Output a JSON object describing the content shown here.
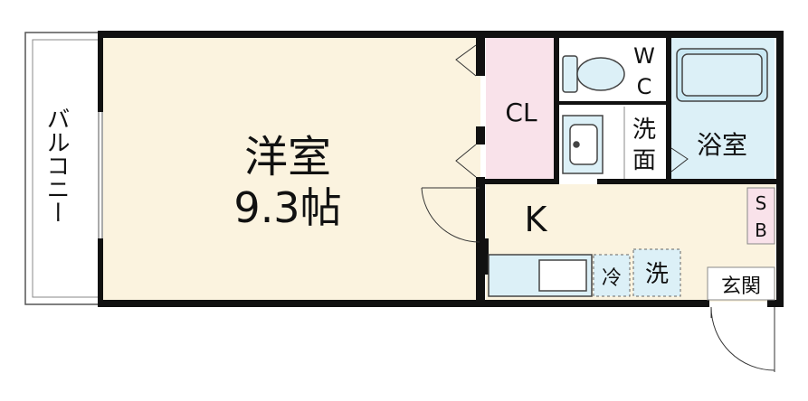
{
  "rooms": {
    "western": {
      "name": "洋室",
      "size": "9.3帖"
    },
    "closet": {
      "name": "CL"
    },
    "toilet": {
      "line1": "W",
      "line2": "C"
    },
    "washroom": {
      "line1": "洗",
      "line2": "面"
    },
    "bathroom": {
      "name": "浴室"
    },
    "kitchen": {
      "name": "K"
    },
    "shoe_box": {
      "line1": "S",
      "line2": "B"
    },
    "refrigerator": {
      "name": "冷"
    },
    "washing_machine": {
      "name": "洗"
    },
    "entrance": {
      "name": "玄関"
    },
    "balcony": {
      "name": "バルコニー"
    }
  },
  "colors": {
    "western_floor": "#fbf3df",
    "kitchen_floor": "#fbf3df",
    "closet": "#f9e2ea",
    "shoe_box": "#f9e2ea",
    "wet_area": "#dcf0f7",
    "walls": "#111111"
  }
}
